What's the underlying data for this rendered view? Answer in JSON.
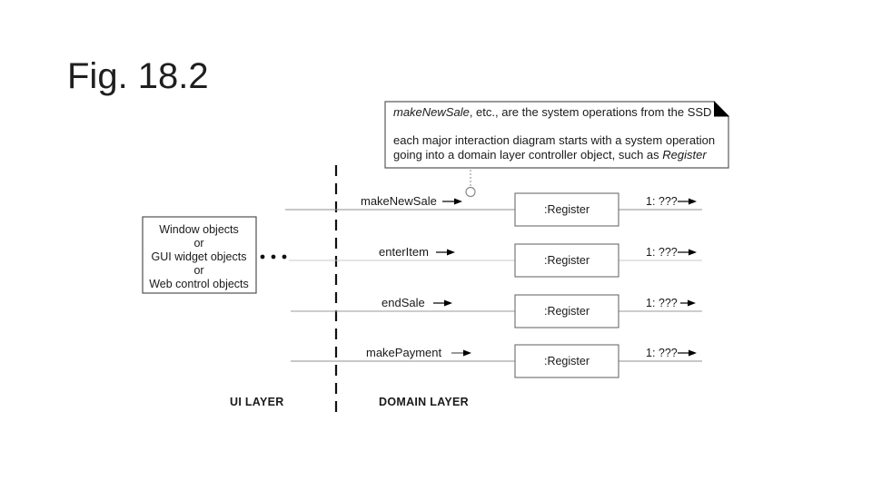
{
  "title": "Fig. 18.2",
  "note": {
    "line1_italic": "makeNewSale",
    "line1_rest": ", etc., are the system operations from the SSD",
    "line2": "each major interaction diagram starts with a system operation",
    "line3_text": "going into a domain layer controller object, such as ",
    "line3_italic": "Register"
  },
  "ui_objects_box": {
    "lines": [
      "Window objects",
      "or",
      "GUI widget objects",
      "or",
      "Web control objects"
    ]
  },
  "rows": [
    {
      "label": "makeNewSale",
      "object": ":Register",
      "sequence": "1: ???"
    },
    {
      "label": "enterItem",
      "object": ":Register",
      "sequence": "1: ???"
    },
    {
      "label": "endSale",
      "object": ":Register",
      "sequence": "1: ???"
    },
    {
      "label": "makePayment",
      "object": ":Register",
      "sequence": "1: ???"
    }
  ],
  "layer_labels": {
    "ui": "UI LAYER",
    "domain": "DOMAIN LAYER"
  },
  "colors": {
    "background": "#ffffff",
    "text": "#1a1a1a",
    "message_line": "#909090",
    "light_line": "#c9c9c9",
    "border": "#5a5a5a",
    "fold": "#000000"
  }
}
